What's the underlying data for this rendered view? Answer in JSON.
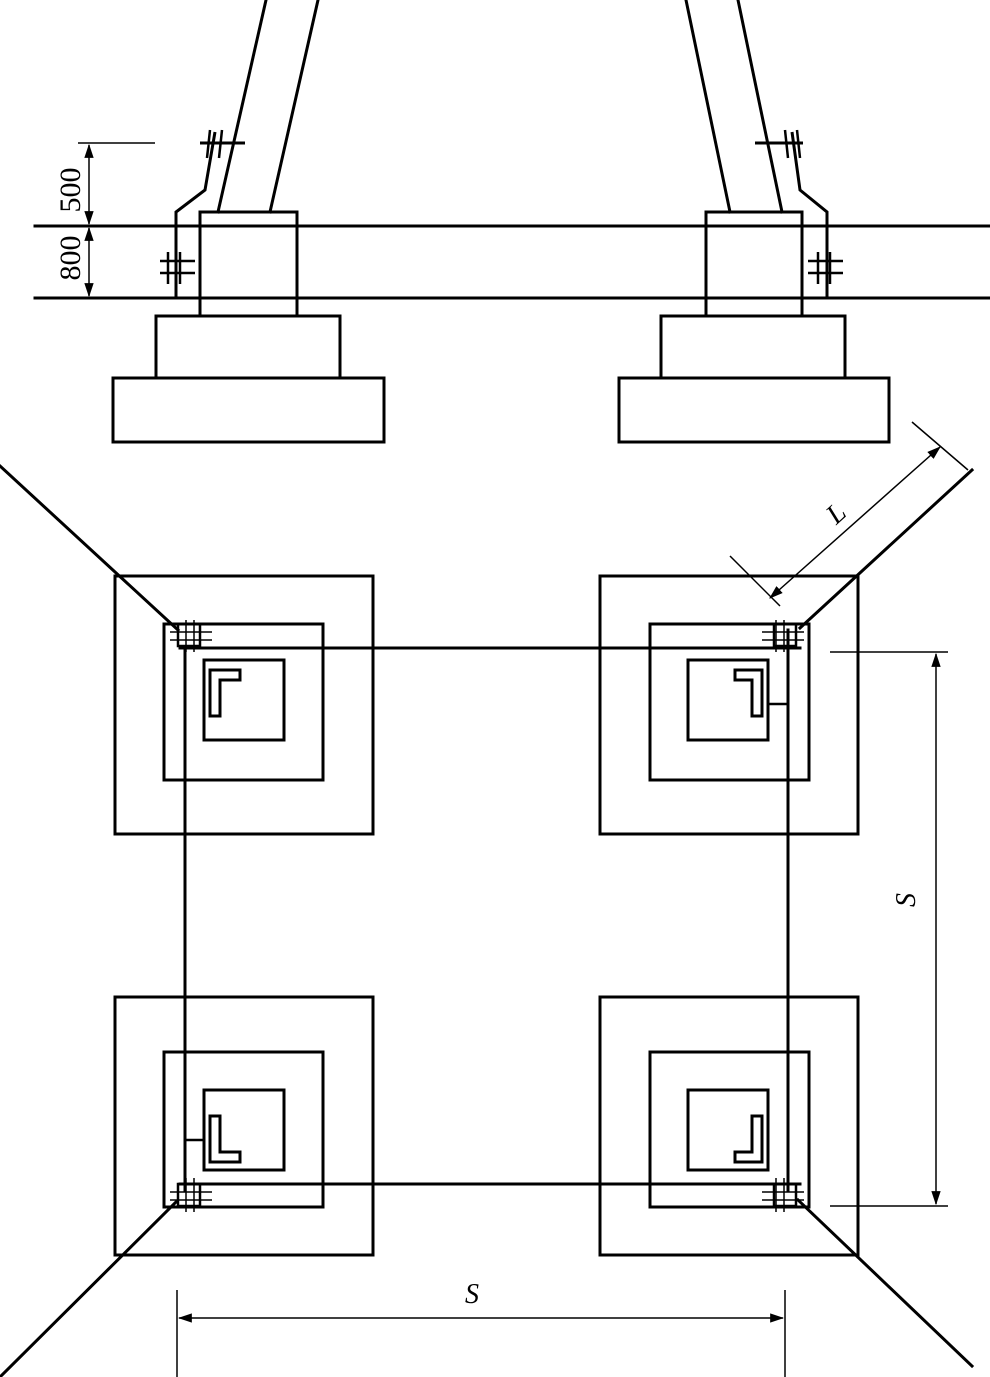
{
  "elevation": {
    "dim_upper": "500",
    "dim_lower": "800"
  },
  "plan": {
    "length_label": "L",
    "span_vertical": "S",
    "span_horizontal": "S"
  }
}
